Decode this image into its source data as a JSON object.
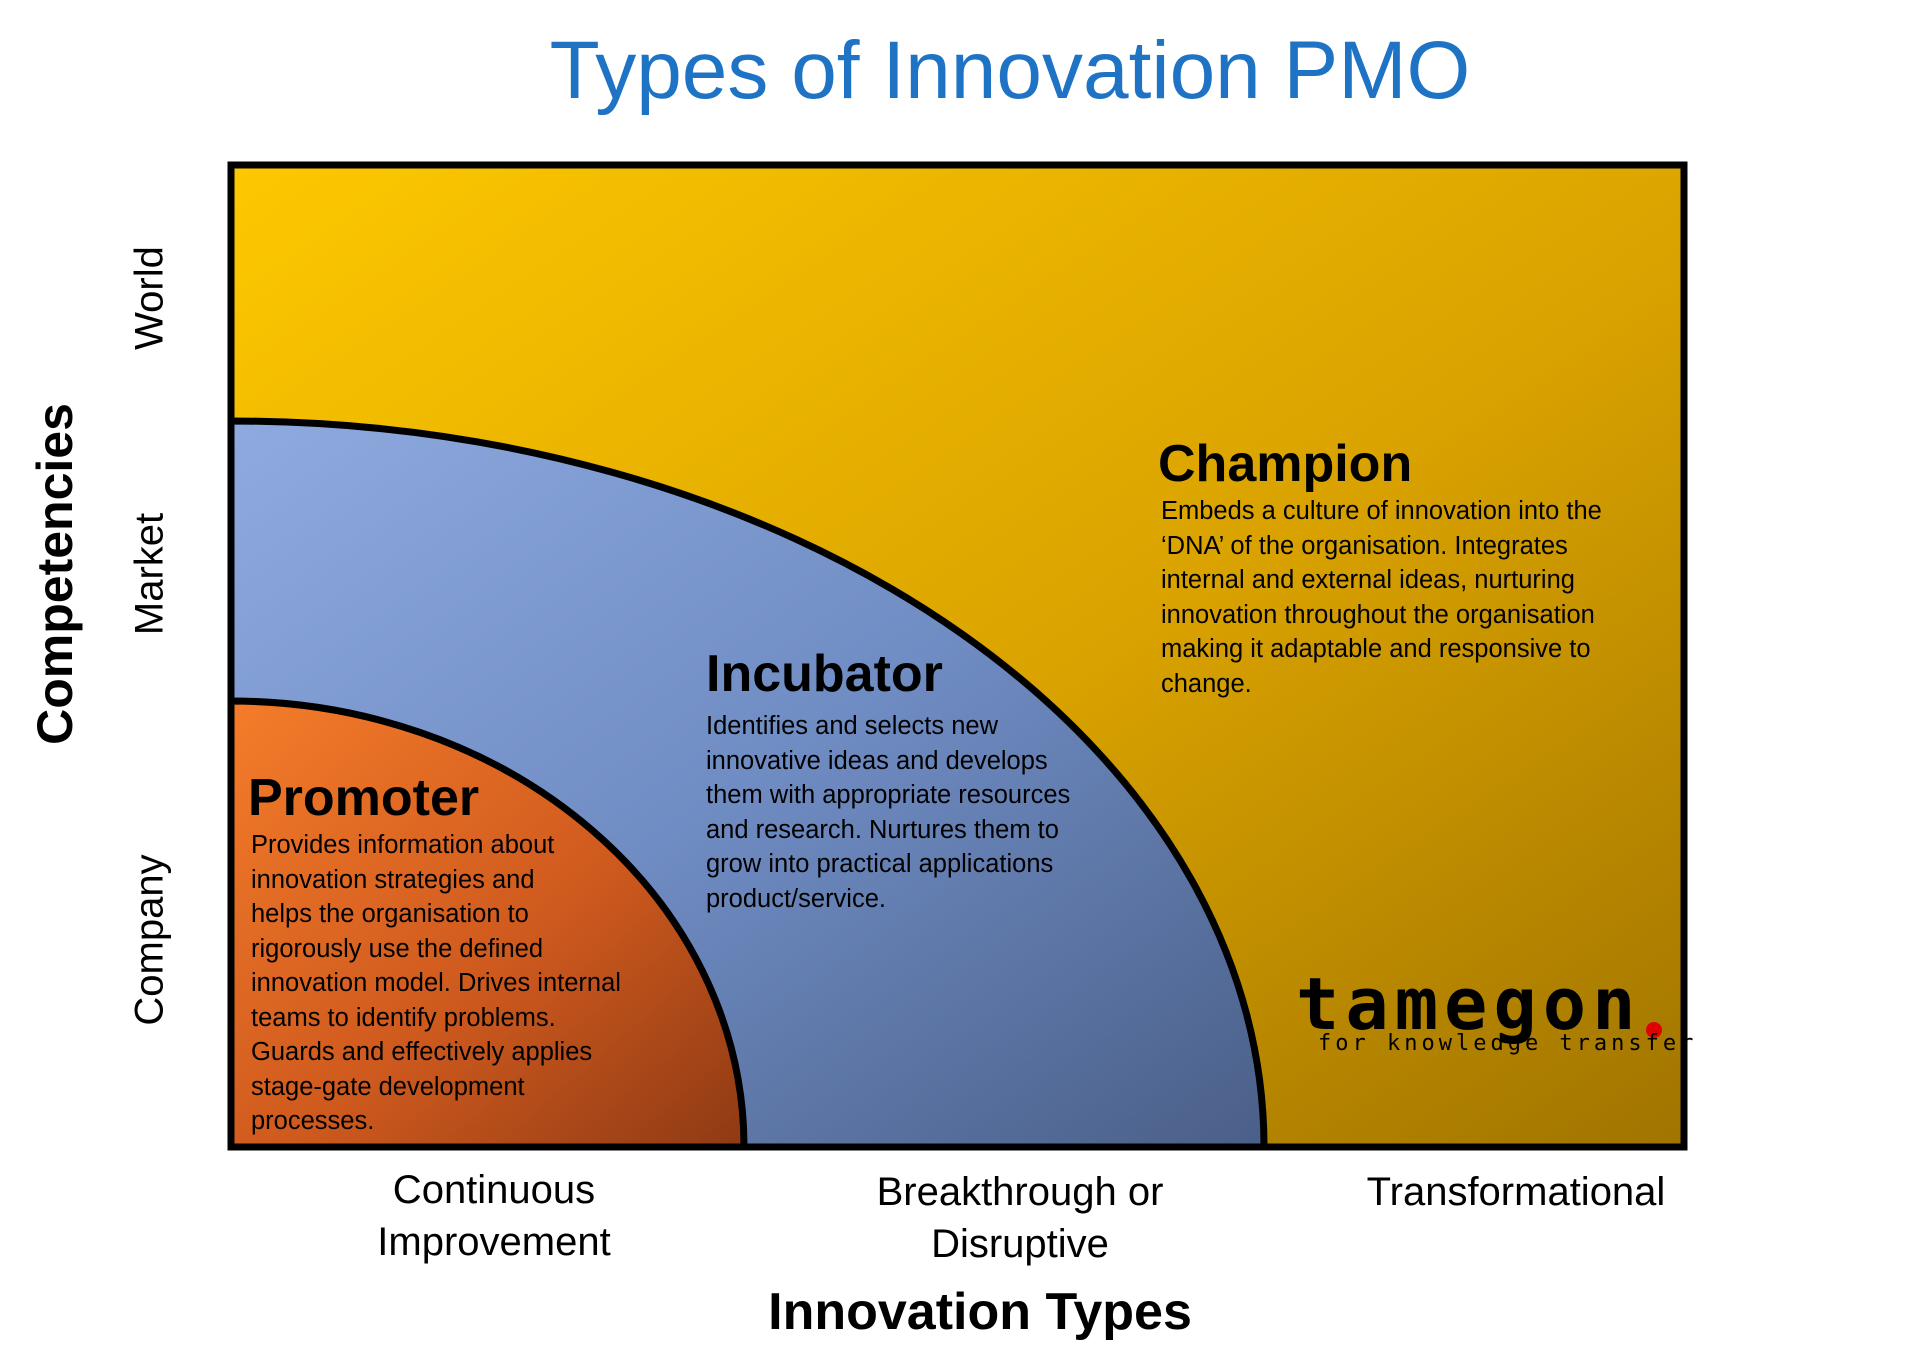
{
  "title": "Types of Innovation PMO",
  "y_axis": {
    "title": "Competencies",
    "ticks": [
      "Company",
      "Market",
      "World"
    ]
  },
  "x_axis": {
    "title": "Innovation Types",
    "ticks": [
      [
        "Continuous",
        "Improvement"
      ],
      [
        "Breakthrough or",
        "Disruptive"
      ],
      [
        "Transformational"
      ]
    ]
  },
  "regions": [
    {
      "title": "Promoter",
      "color": "#f47c2a",
      "description": [
        "Provides information about",
        "innovation strategies and",
        "helps the organisation to",
        "rigorously use the defined",
        "innovation model. Drives internal",
        "teams to identify problems.",
        "Guards and effectively applies",
        "stage-gate development",
        "processes."
      ]
    },
    {
      "title": "Incubator",
      "color": "#8eaadf",
      "description": [
        "Identifies and selects new",
        "innovative ideas and develops",
        "them with appropriate resources",
        "and research. Nurtures them to",
        "grow into practical applications",
        "product/service."
      ]
    },
    {
      "title": "Champion",
      "color": "#fdc800",
      "description": [
        "Embeds a culture of innovation into the",
        "‘DNA’ of the organisation. Integrates",
        "internal and external ideas, nurturing",
        "innovation throughout the organisation",
        "making it adaptable and responsive to",
        "change."
      ]
    }
  ],
  "logo": {
    "word": "tamegon",
    "tagline": "for knowledge transfer",
    "dot_color": "#e00000"
  }
}
